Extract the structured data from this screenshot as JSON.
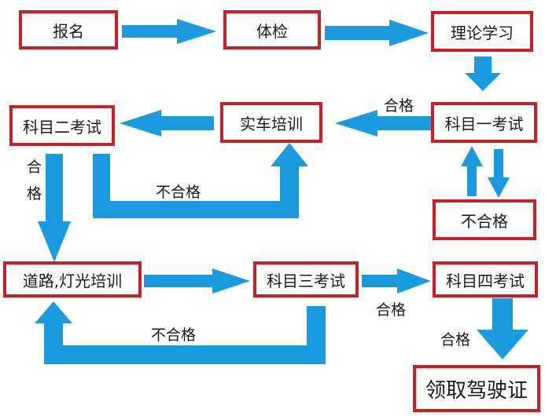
{
  "colors": {
    "arrow": "#1a9be0",
    "box_border": "#c8202a",
    "text": "#1a1a1a"
  },
  "steps": {
    "register": "报名",
    "medical": "体检",
    "theory": "理论学习",
    "subject1": "科目一考试",
    "practice": "实车培训",
    "subject2": "科目二考试",
    "road_light": "道路,灯光培训",
    "subject3": "科目三考试",
    "subject4": "科目四考试",
    "license": "领取驾驶证",
    "fail_s1": "不合格"
  },
  "labels": {
    "pass_s1": "合格",
    "fail_s2": "不合格",
    "pass_s2_a": "合",
    "pass_s2_b": "格",
    "fail_s3": "不合格",
    "pass_s3": "合格",
    "pass_s4": "合格"
  }
}
